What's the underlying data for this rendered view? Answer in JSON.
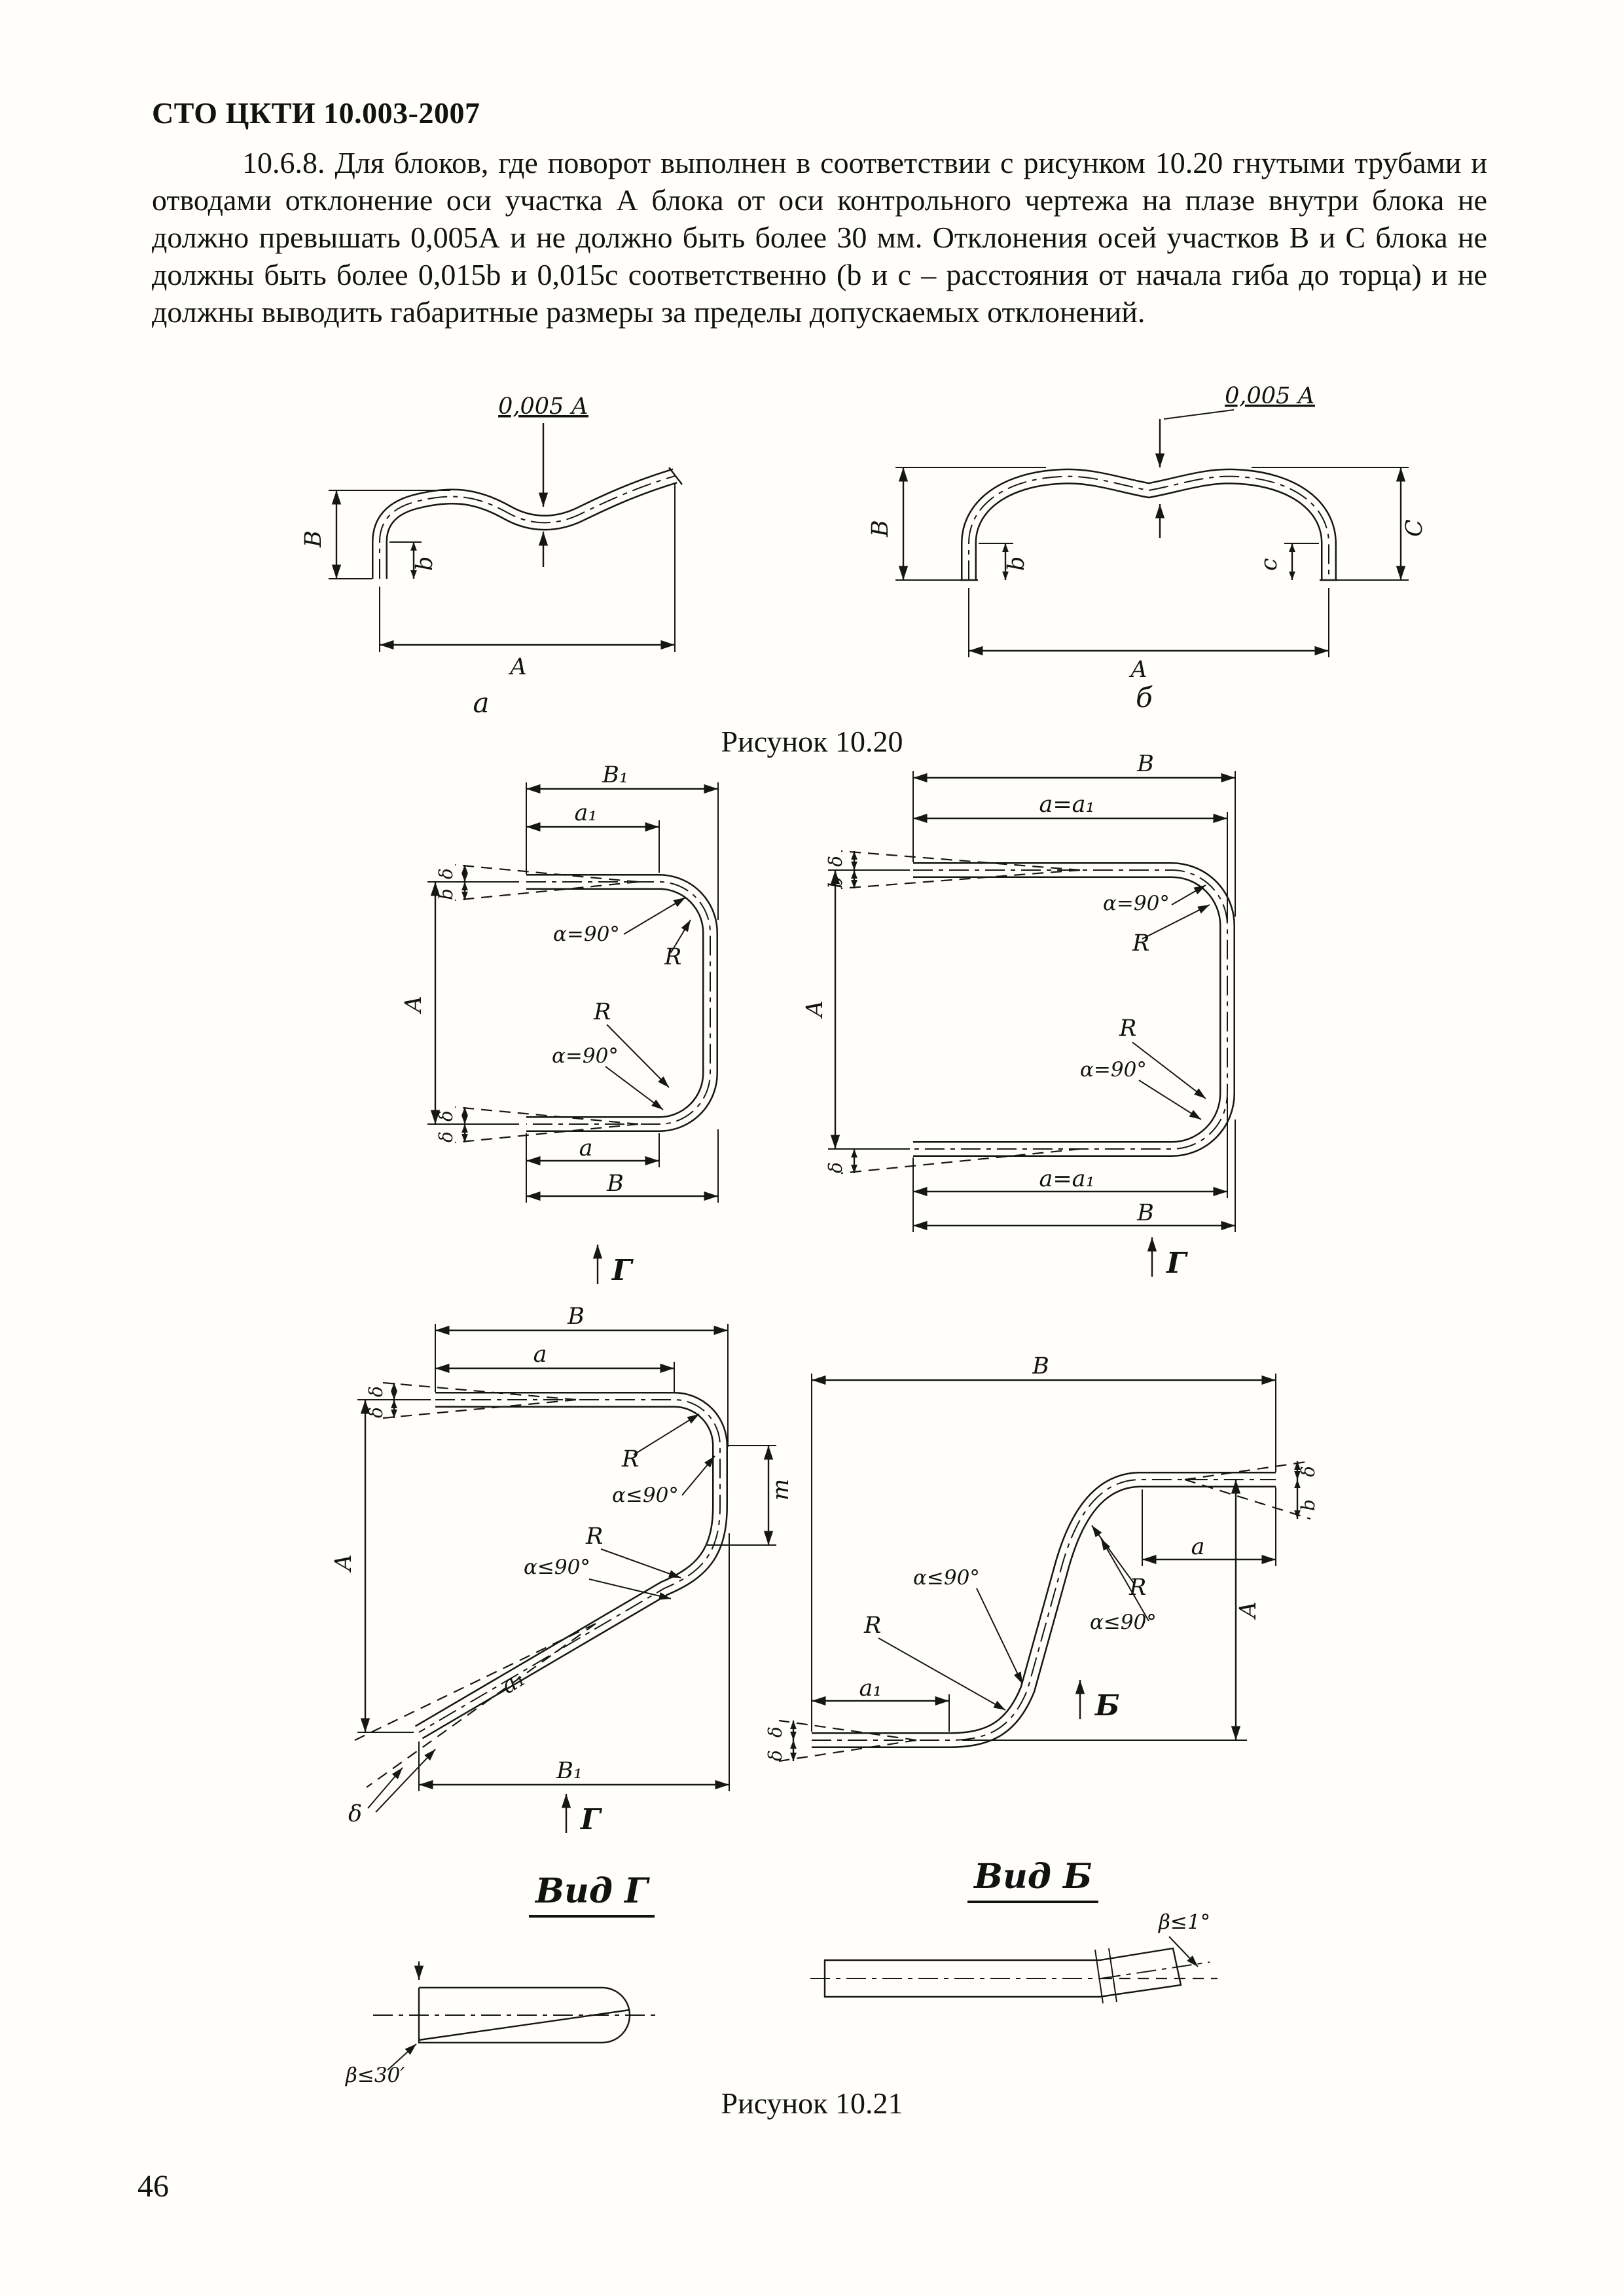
{
  "doc": {
    "header": "СТО ЦКТИ 10.003-2007",
    "page_number": "46"
  },
  "para": {
    "text": "10.6.8. Для блоков, где поворот выполнен в соответствии с рисунком 10.20 гнутыми трубами и отводами  отклонение оси участка А блока от оси контрольного чертежа на плазе внутри блока не должно превышать 0,005А и не должно быть более 30 мм. Отклонения осей участков В и С блока не должны быть более 0,015b и 0,015с соответственно (b и с – расстояния от начала гиба до торца) и не должны выводить габаритные размеры за пределы допускаемых отклонений."
  },
  "fig1020": {
    "caption": "Рисунок 10.20",
    "a": {
      "sub": "а",
      "tol": "0,005 А",
      "dimB": "В",
      "dimb": "b",
      "dimA": "А"
    },
    "b": {
      "sub": "б",
      "tol": "0,005 А",
      "dimB": "В",
      "dimb": "b",
      "dimc": "с",
      "dimC": "С",
      "dimA": "А"
    }
  },
  "fig1021": {
    "caption": "Рисунок 10.21",
    "d1": {
      "B1": "В₁",
      "a1": "а₁",
      "delta": "δ",
      "b": "b",
      "A": "А",
      "alpha": "α=90°",
      "R": "R",
      "a": "а",
      "B": "В",
      "view": "Г"
    },
    "d2": {
      "B": "В",
      "aa1": "а=а₁",
      "delta": "δ",
      "b": "b",
      "A": "А",
      "alpha": "α=90°",
      "R": "R",
      "view": "Г"
    },
    "d3": {
      "B": "В",
      "a": "а",
      "delta": "δ",
      "m": "m",
      "A": "А",
      "alpha": "α≤90°",
      "R": "R",
      "a1": "а₁",
      "B1": "В₁",
      "view": "Г"
    },
    "d4": {
      "B": "В",
      "delta": "δ",
      "b": "b",
      "a": "а",
      "R": "R",
      "alpha": "α≤90°",
      "A": "А",
      "a1": "а₁",
      "view": "Б"
    },
    "view_g": {
      "title": "Вид Г",
      "beta": "β≤30′"
    },
    "view_b": {
      "title": "Вид Б",
      "beta": "β≤1°"
    }
  }
}
